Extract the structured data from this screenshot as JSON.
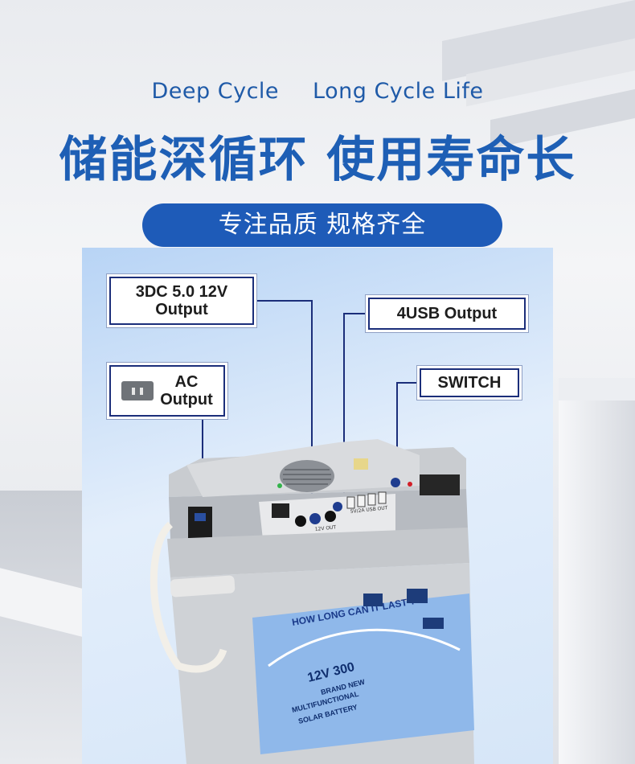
{
  "header": {
    "subtitle_left": "Deep Cycle",
    "subtitle_right": "Long Cycle Life",
    "title": "储能深循环 使用寿命长",
    "pill": "专注品质 规格齐全"
  },
  "product": {
    "callouts": {
      "dc_line1": "3DC 5.0 12V",
      "dc_line2": "Output",
      "usb": "4USB  Output",
      "ac_line1": "AC",
      "ac_line2": "Output",
      "switch": "SWITCH"
    },
    "battery_label": {
      "arc_text": "HOW LONG CAN IT LAST ?",
      "model": "12V  300",
      "line1": "BRAND NEW",
      "line2": "MULTIFUNCTIONAL",
      "line3": "SOLAR BATTERY"
    },
    "port_labels": {
      "dc_out": "12V OUT",
      "usb_out": "5V/2A USB OUT"
    }
  },
  "colors": {
    "brand_blue": "#1e5fb5",
    "leader_line": "#1b2e7a",
    "terminal_red": "#c0171d"
  }
}
